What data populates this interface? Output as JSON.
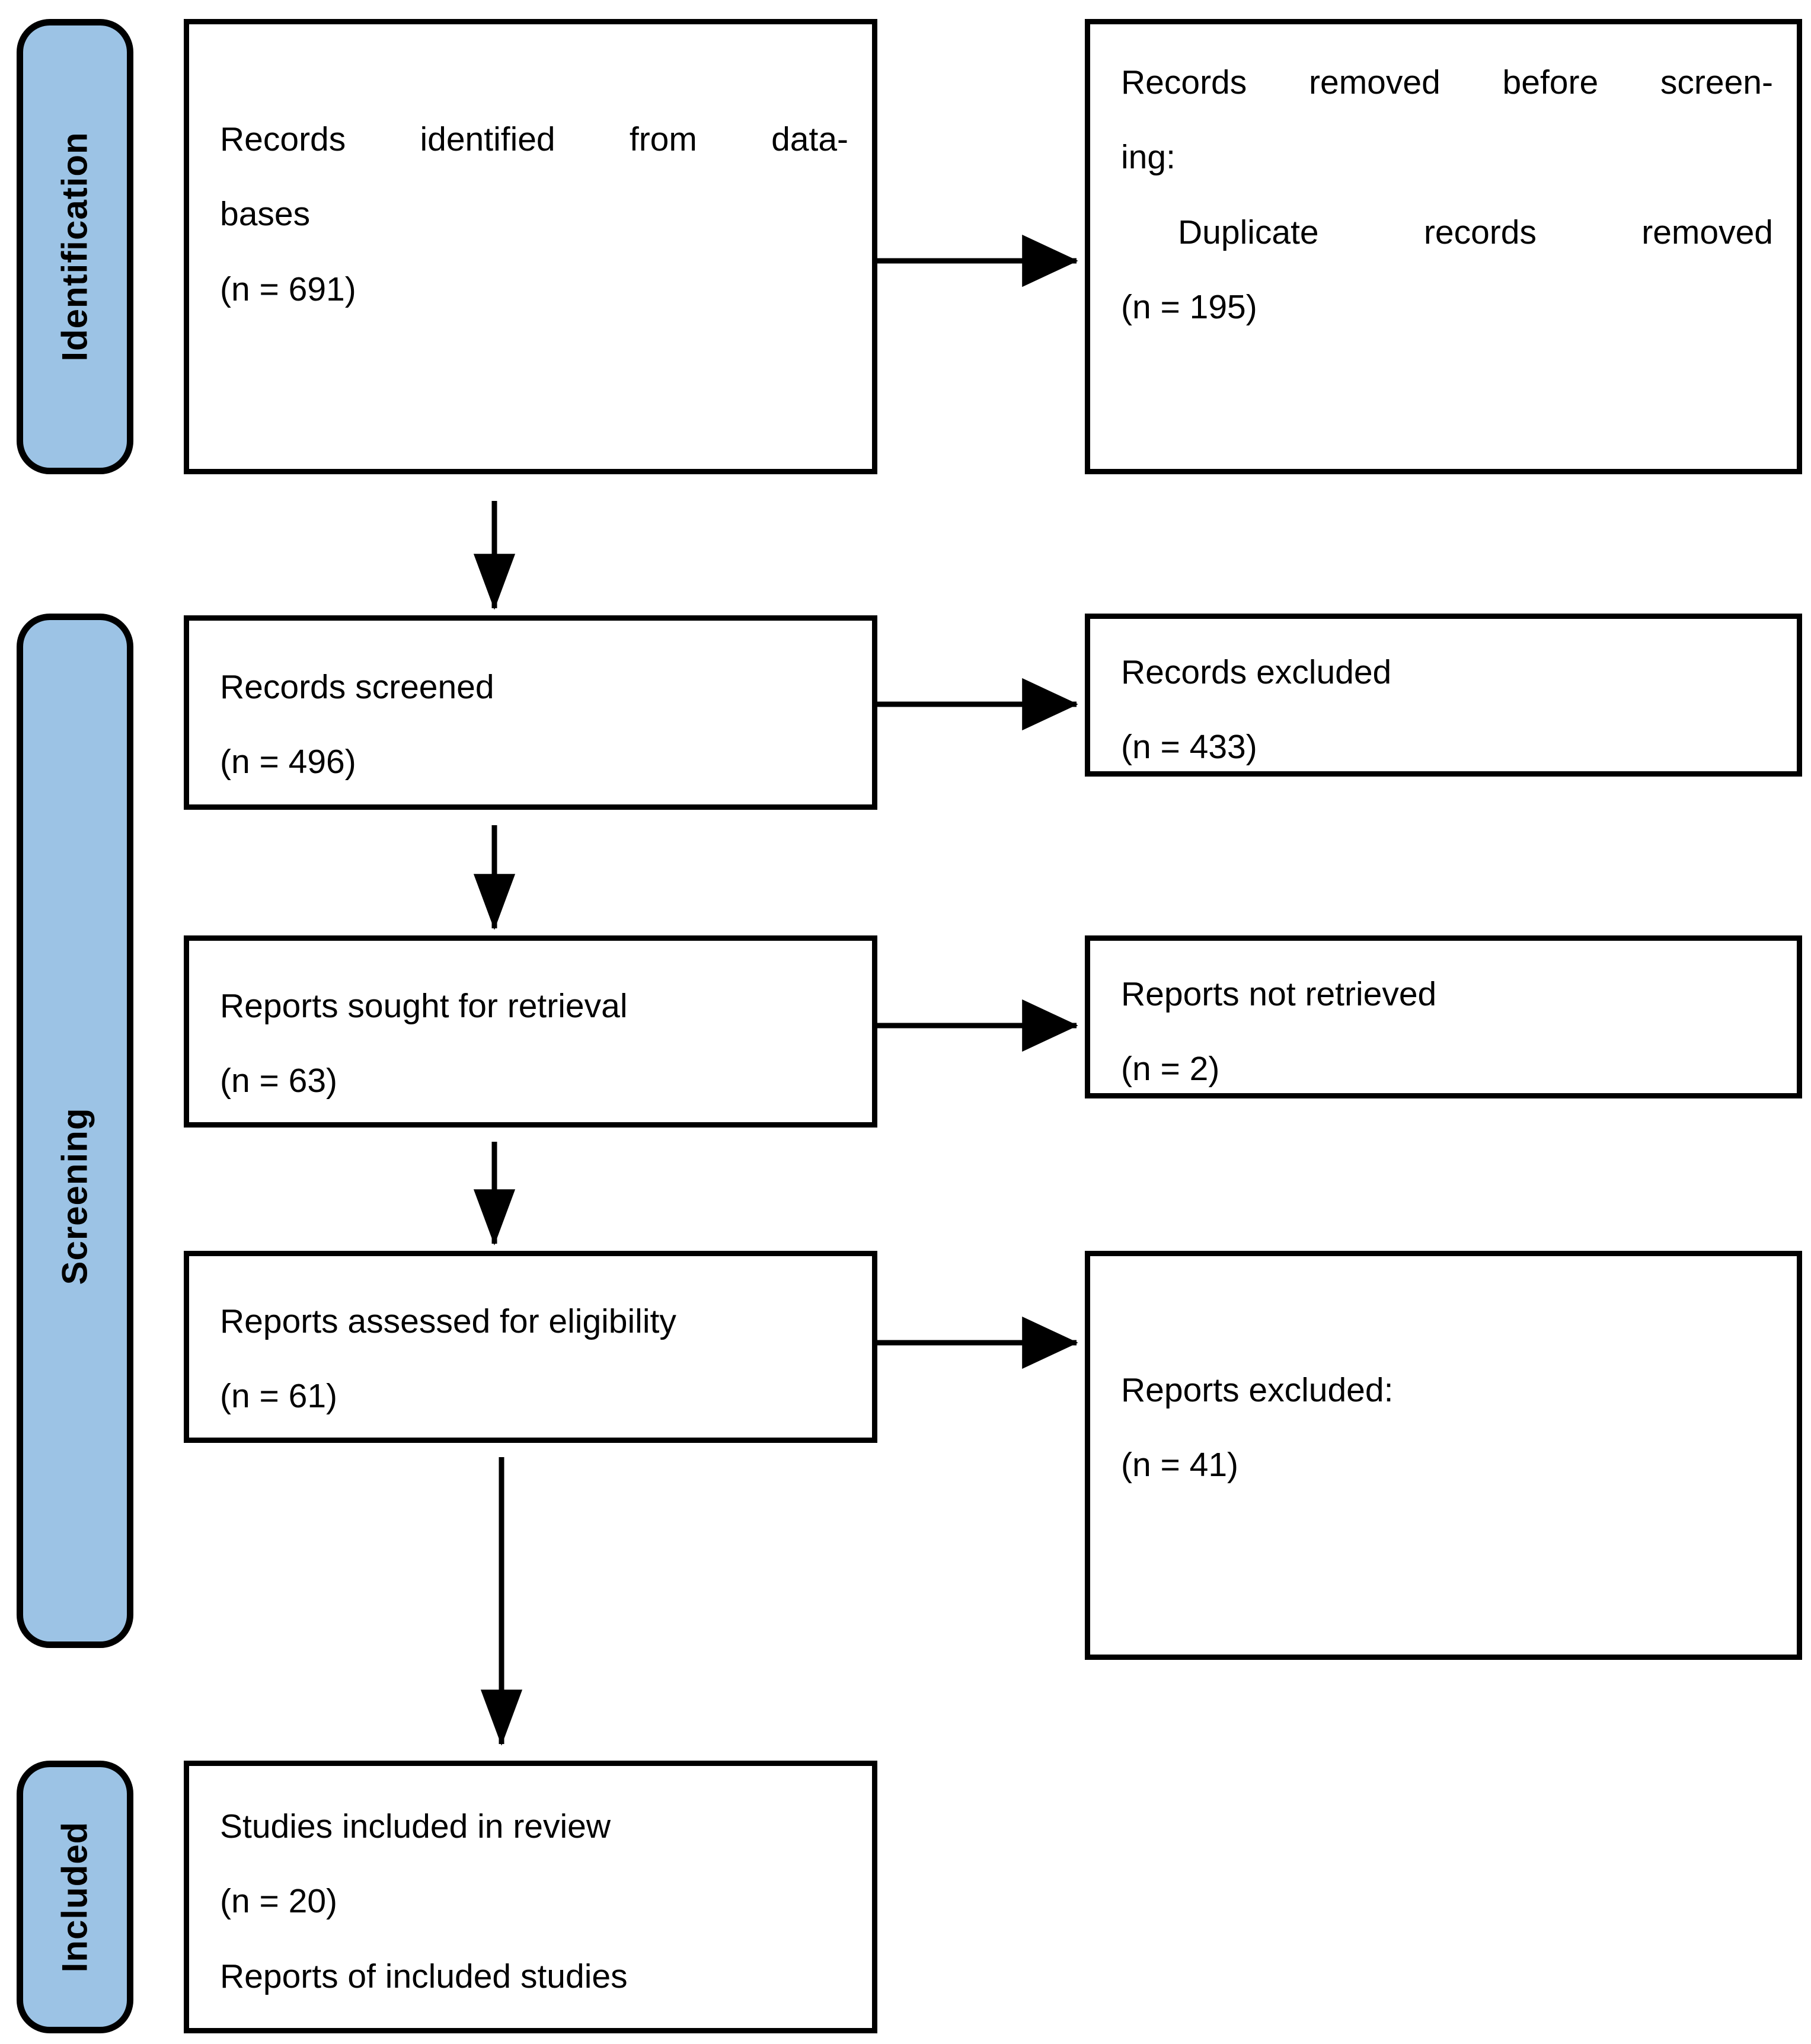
{
  "diagram": {
    "title": "PRISMA 2020 flow diagram",
    "accent_color": "#9CC3E5",
    "line_color": "#000000",
    "background_color": "#FFFFFF"
  },
  "stages": [
    {
      "id": "identification",
      "label": "Identification"
    },
    {
      "id": "screening",
      "label": "Screening"
    },
    {
      "id": "included",
      "label": "Included"
    }
  ],
  "nodes": {
    "records_identified": {
      "line1": "Records identified from data-",
      "line2": "bases",
      "count": "(n = 691)"
    },
    "records_removed": {
      "line1": "Records removed before screen-",
      "line2": "ing:",
      "line3": "Duplicate records removed",
      "count": "(n = 195)"
    },
    "records_screened": {
      "line1": "Records screened",
      "count": "(n = 496)"
    },
    "records_excluded": {
      "line1": "Records excluded",
      "count": "(n = 433)"
    },
    "reports_sought": {
      "line1": "Reports sought for retrieval",
      "count": "(n = 63)"
    },
    "reports_not_retrieved": {
      "line1": "Reports not retrieved",
      "count": "(n = 2)"
    },
    "reports_assessed": {
      "line1": "Reports assessed for eligibility",
      "count": "(n = 61)"
    },
    "reports_excluded": {
      "line1": "Reports excluded:",
      "count": "(n = 41)"
    },
    "studies_included": {
      "line1": "Studies included in review",
      "count": "(n = 20)",
      "line3": "Reports of included studies"
    }
  },
  "chart_data": {
    "type": "diagram",
    "title": "PRISMA 2020 flow diagram",
    "stages": [
      "Identification",
      "Screening",
      "Included"
    ],
    "flow": [
      {
        "stage": "Identification",
        "label": "Records identified from databases",
        "n": 691
      },
      {
        "stage": "Identification",
        "label": "Duplicate records removed before screening",
        "n": 195
      },
      {
        "stage": "Screening",
        "label": "Records screened",
        "n": 496
      },
      {
        "stage": "Screening",
        "label": "Records excluded",
        "n": 433
      },
      {
        "stage": "Screening",
        "label": "Reports sought for retrieval",
        "n": 63
      },
      {
        "stage": "Screening",
        "label": "Reports not retrieved",
        "n": 2
      },
      {
        "stage": "Screening",
        "label": "Reports assessed for eligibility",
        "n": 61
      },
      {
        "stage": "Screening",
        "label": "Reports excluded",
        "n": 41
      },
      {
        "stage": "Included",
        "label": "Studies included in review",
        "n": 20
      }
    ]
  }
}
